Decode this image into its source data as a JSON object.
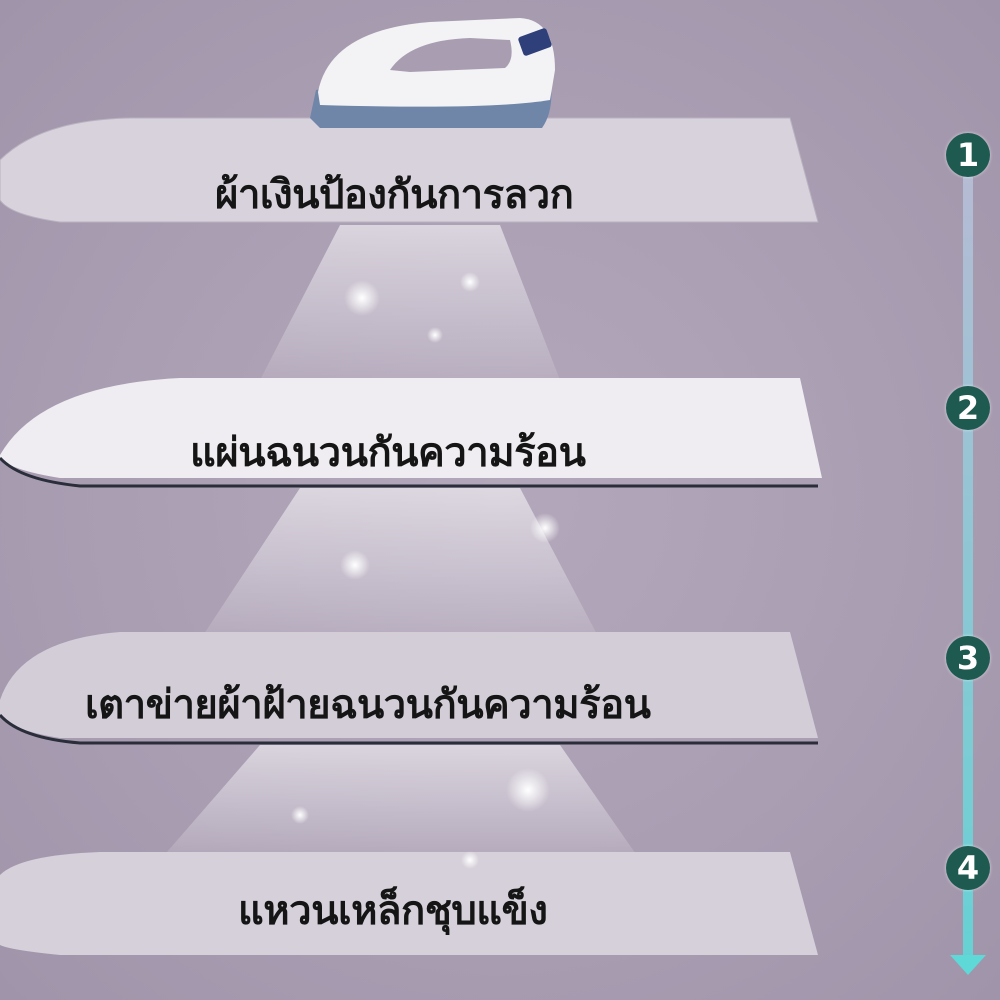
{
  "layers": [
    {
      "step": "1",
      "label": "ผ้าเงินป้องกันการลวก"
    },
    {
      "step": "2",
      "label": "แผ่นฉนวนกันความร้อน"
    },
    {
      "step": "3",
      "label": "เตาข่ายผ้าฝ้ายฉนวนกันความร้อน"
    },
    {
      "step": "4",
      "label": "แหวนเหล็กชุบแข็ง"
    }
  ],
  "colors": {
    "background": "#a99db2",
    "step_circle": "#1e5a50",
    "timeline_start": "#b8bfd8",
    "timeline_end": "#5fd8d8"
  },
  "icons": [
    "steam-iron",
    "germ-particle",
    "arrow-down-icon"
  ]
}
